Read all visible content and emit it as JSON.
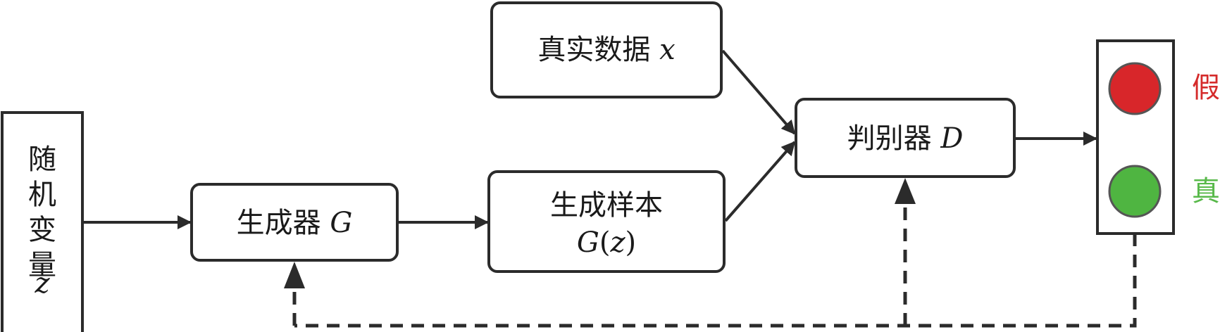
{
  "nodes": {
    "random_variable": {
      "lines": [
        "随",
        "机",
        "变",
        "量"
      ],
      "var": "z"
    },
    "generator": {
      "label": "生成器",
      "var": "G"
    },
    "generated_sample": {
      "line1": "生成样本",
      "var": "G",
      "arg_open": "(",
      "arg": "z",
      "arg_close": ")"
    },
    "real_data": {
      "label": "真实数据",
      "var": "x"
    },
    "discriminator": {
      "label": "判别器",
      "var": "D"
    }
  },
  "outputs": {
    "fake": {
      "label": "假",
      "color": "#d52b2b"
    },
    "real": {
      "label": "真",
      "color": "#58b94a"
    }
  },
  "colors": {
    "stroke": "#2b2b2b",
    "fake_light": "#d8262a",
    "real_light": "#4fb541"
  }
}
